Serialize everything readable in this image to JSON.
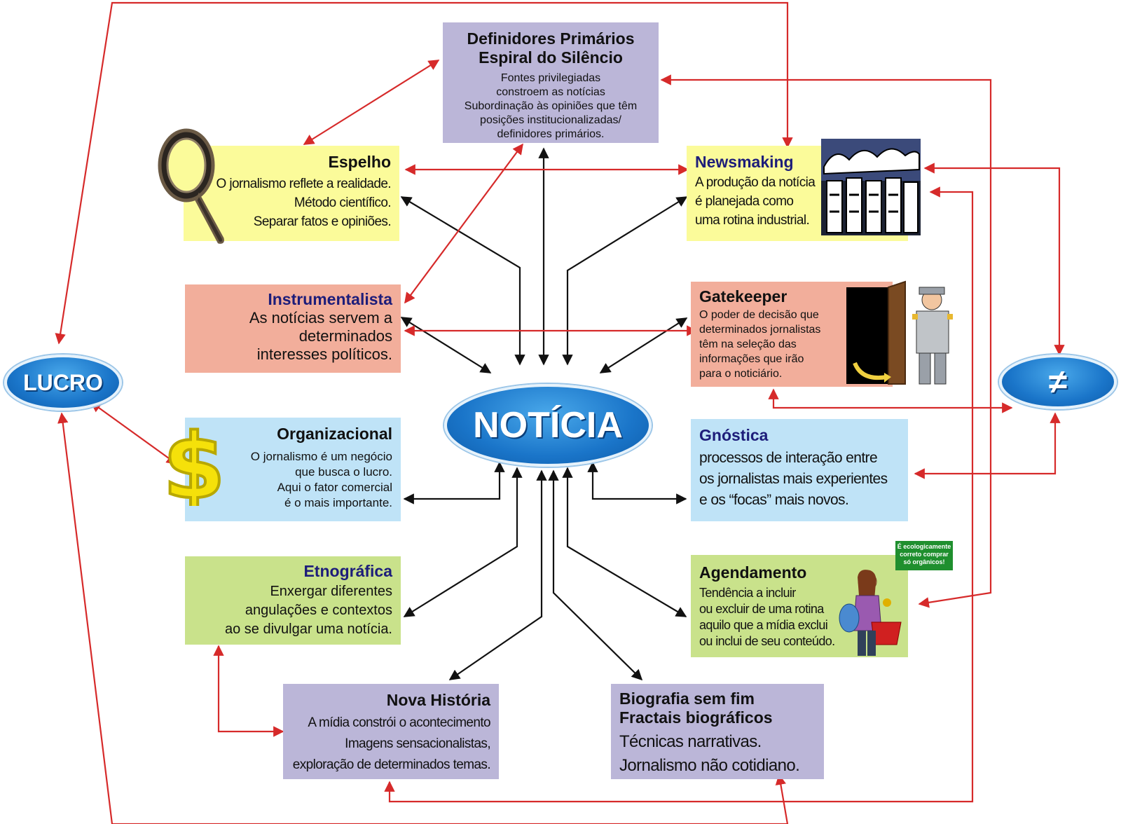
{
  "center": {
    "label": "NOTÍCIA"
  },
  "lucro": {
    "label": "LUCRO"
  },
  "diferente": {
    "label": "≠"
  },
  "nodes": {
    "definidores": {
      "title_line1": "Definidores Primários",
      "title_line2": "Espiral do Silêncio",
      "body": [
        "Fontes privilegiadas",
        "constroem as notícias",
        "Subordinação às opiniões que têm",
        "posições institucionalizadas/",
        "definidores primários."
      ]
    },
    "espelho": {
      "title": "Espelho",
      "body": [
        "O jornalismo reflete a realidade.",
        "Método científico.",
        "Separar fatos e opiniões."
      ]
    },
    "newsmaking": {
      "title": "Newsmaking",
      "body": [
        "A produção da notícia",
        "é planejada como",
        "uma rotina industrial."
      ]
    },
    "instrumentalista": {
      "title": "Instrumentalista",
      "body": [
        "As notícias servem a",
        "determinados",
        "interesses políticos."
      ]
    },
    "gatekeeper": {
      "title": "Gatekeeper",
      "body": [
        "O poder de decisão que",
        "determinados jornalistas",
        "têm na seleção das",
        "informações que irão",
        "para o noticiário."
      ]
    },
    "organizacional": {
      "title": "Organizacional",
      "body": [
        "O jornalismo é um negócio",
        "que busca o lucro.",
        "Aqui o fator comercial",
        "é o mais importante."
      ]
    },
    "gnostica": {
      "title": "Gnóstica",
      "body": [
        "processos de interação entre",
        "os jornalistas mais experientes",
        "e os “focas” mais novos."
      ]
    },
    "etnografica": {
      "title": "Etnográfica",
      "body": [
        "Enxergar diferentes",
        "angulações e contextos",
        "ao se divulgar uma notícia."
      ]
    },
    "agendamento": {
      "title": "Agendamento",
      "body": [
        "Tendência a incluir",
        "ou excluir de uma rotina",
        "aquilo que a mídia exclui",
        "ou inclui de seu conteúdo."
      ],
      "bubble": [
        "É ecologicamente",
        "correto comprar",
        "só orgânicos!"
      ]
    },
    "nova_historia": {
      "title": "Nova História",
      "body": [
        "A mídia constrói o acontecimento",
        "Imagens sensacionalistas,",
        "exploração de determinados temas."
      ]
    },
    "biografia": {
      "title_line1": "Biografia sem fim",
      "title_line2": "Fractais biográficos",
      "body": [
        "Técnicas narrativas.",
        "Jornalismo não cotidiano."
      ]
    }
  },
  "colors": {
    "red_arrow": "#d62a2a",
    "black_arrow": "#111111",
    "ellipse_blue": "#1a75c9"
  }
}
